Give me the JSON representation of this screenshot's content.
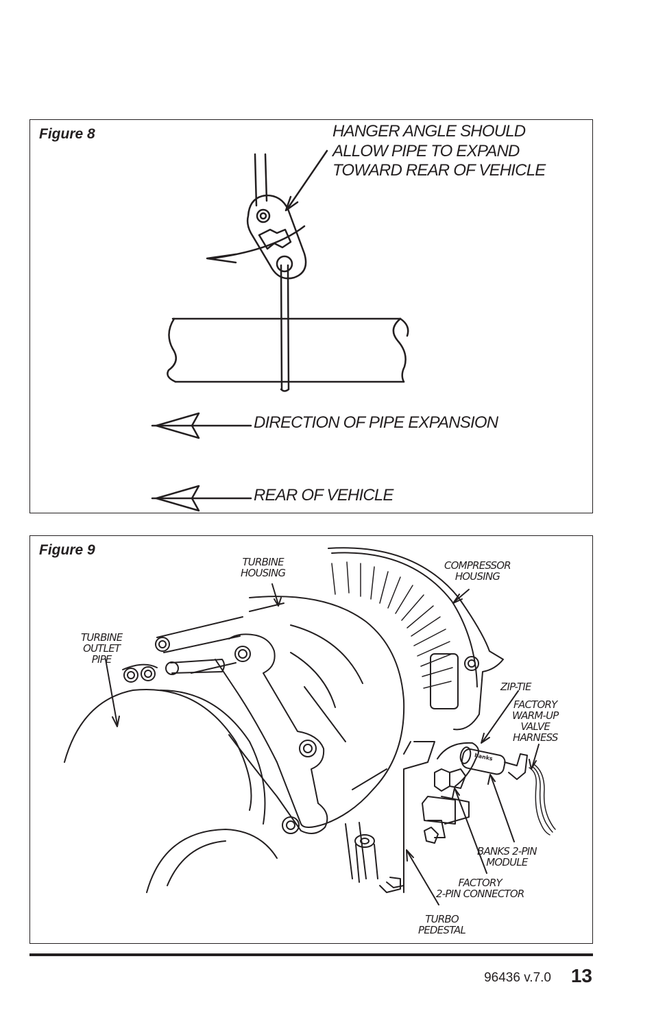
{
  "figure8": {
    "label": "Figure 8",
    "callout_hanger": "HANGER ANGLE SHOULD\nALLOW PIPE TO EXPAND\nTOWARD REAR OF VEHICLE",
    "callout_expansion": "DIRECTION OF PIPE EXPANSION",
    "callout_rear": "REAR OF VEHICLE"
  },
  "figure9": {
    "label": "Figure 9",
    "turbine_housing": "TURBINE\nHOUSING",
    "compressor_housing": "COMPRESSOR\nHOUSING",
    "turbine_outlet_pipe": "TURBINE\nOUTLET\nPIPE",
    "zip_tie": "ZIP-TIE",
    "factory_harness": "FACTORY\nWARM-UP\nVALVE\nHARNESS",
    "banks_module": "BANKS 2-PIN\nMODULE",
    "factory_connector": "FACTORY\n2-PIN CONNECTOR",
    "turbo_pedestal": "TURBO\nPEDESTAL",
    "module_brand": "banks"
  },
  "footer": {
    "code": "96436 v.7.0",
    "page_number": "13"
  }
}
